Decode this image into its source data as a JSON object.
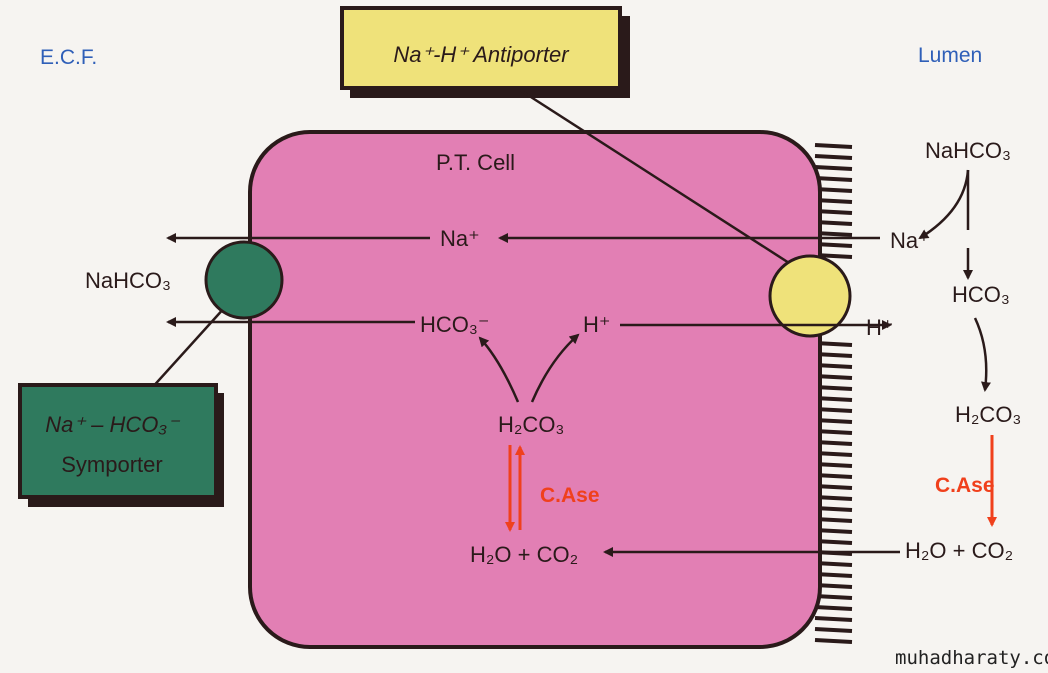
{
  "labels": {
    "ecf": "E.C.F.",
    "lumen": "Lumen",
    "cell": "P.T. Cell",
    "antiporter": "Na⁺-H⁺ Antiporter",
    "symporter_line1": "Na⁺ – HCO₃⁻",
    "symporter_line2": "Symporter"
  },
  "cell_species": {
    "na": "Na⁺",
    "hco3": "HCO₃⁻",
    "h": "H⁺",
    "h2co3": "H₂CO₃",
    "enzyme": "C.Ase",
    "h2o_co2": "H₂O + CO₂"
  },
  "ecf_species": {
    "nahco3": "NaHCO₃"
  },
  "lumen_species": {
    "nahco3": "NaHCO₃",
    "na": "Na⁺",
    "hco3": "HCO₃",
    "h": "H⁺",
    "h2co3": "H₂CO₃",
    "enzyme": "C.Ase",
    "h2o_co2": "H₂O + CO₂"
  },
  "watermark": "muhadharaty.com",
  "colors": {
    "cell": "#e27fb4",
    "antiporter": "#efe27a",
    "symporter": "#2f7a5e",
    "label_blue": "#2f5fb8",
    "enzyme_red": "#f0401c"
  }
}
